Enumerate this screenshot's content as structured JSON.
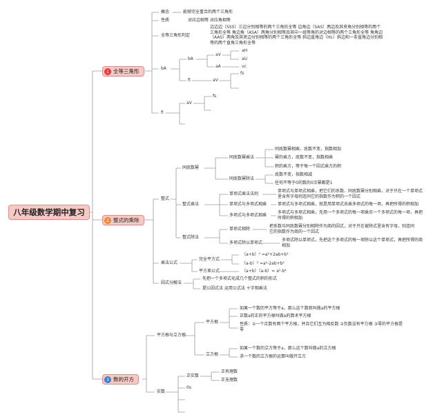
{
  "root": "八年级数学期中复习",
  "colors": {
    "node_fill": "#f6c9c5",
    "node_border": "#e08d86",
    "badge_red": "#e23b3b",
    "badge_orange": "#e9873a",
    "badge_blue": "#3a7fd6",
    "line": "#9a9a9a"
  },
  "s1": {
    "num": "1",
    "title": "全等三角形",
    "concept": "概念",
    "concept_desc": "能够完全重合的两个三角形",
    "prop": "性质",
    "prop_desc": "对应边相等 对应角相等",
    "judge": "全等三角形判定",
    "judge_desc": "边边边（SSS）三边分别相等的两个三角形全等 边角边（SAS）两边及其夹角分别相等的两个三角形全等 角边角（ASA）两角分别相等且其中一组等角的对边相等的两个三角形全等 角角边（AAS）两角及其夹边分别相等的两个三角形全等 斜边直角边（HL）斜边和一条直角边分别相等的两个直角三角形全等",
    "b1": "bA",
    "b2": "bA",
    "b3": "aV",
    "b4": "aH",
    "b5": "aU",
    "b6": "aA",
    "b7": "vc",
    "b8": "fi",
    "b9": "aV",
    "b10": "fs",
    "b11": "fi",
    "b12": "aV",
    "b13": "fs"
  },
  "s2": {
    "num": "2",
    "title": "整式的乘除",
    "zs": "整式",
    "tds": "同底数幂",
    "tds_mul": "同底数幂乘法",
    "tds_mul_1": "同底数幂相乘，底数不变，指数相加",
    "tds_mul_2": "幂的乘方，底数不变，指数相乘",
    "tds_mul_3": "积的乘方，等于每一个因式乘方的积",
    "tds_div": "同底数幂除法",
    "tds_div_1": "底数不变，指数相减",
    "tds_div_2": "任何不等于0的数的0次幂都是1",
    "zsc": "整式乘法",
    "zsc_1": "单项式乘法法则",
    "zsc_1_d": "单项式与单项式相乘，把它们的系数、同底数幂分别相乘，对于只在一个单项式里含有字母则连同它的指数作为积的一个因式",
    "zsc_2": "单项式与多项式相乘",
    "zsc_2_d": "单项式与多项式相乘，就是用单项式去乘多项式的每一项，再把所得的积相加",
    "zsc_3": "多项式与多项式相乘",
    "zsc_3_d": "多项式与多项式相乘，先用一个多项式的每一项乘另一个多项式的每一项，再把所得的积相加",
    "zsch": "整式除法",
    "zsch_1": "单项式相除",
    "zsch_1_d": "把系数与同底数幂分别相除作为商的因式，对于只在被除式里含有字母，则连同它的指数作为商的一个因式",
    "zsch_2": "多项式除以单项式",
    "zsch_2_d": "多项式除以单项式，先把这个多项式的每一项除以这个单项式，再把所得的商相加",
    "cf": "乘法公式",
    "wqpf": "完全平方式",
    "wqpf_1": "（a+b）² =a²+2ab+b²",
    "wqpf_2": "（a-b）² =a²-2ab+b²",
    "pfc": "平方差公式",
    "pfc_1": "（a+b）（a-b）= a²-b²",
    "yfj": "因式分解法",
    "yfj_1": "先把一个多项式化成几个整式的积的形式",
    "yfj_2": "提公因式法 运用公式法 十字相乘法"
  },
  "s3": {
    "num": "3",
    "title": "数的开方",
    "pflf": "平方根与立方根",
    "pfg": "平方根",
    "pfg_1": "如果一个数的平方等于a，那么这个数就叫做a的平方根",
    "pfg_2": "正数a的正的平方根叫做a的算术平方根",
    "pfg_3": "性质：①一个正数有两个平方根，并且它们互为相反数 ②负数没有平方根 ③零的平方根是零",
    "lfg": "立方根",
    "lfg_1": "如果一个数的立方等于a，那么这个数叫做a的立方根",
    "lfg_2": "求一个数的立方根的运算叫做开立方",
    "ss": "实数",
    "ysss": "正实数",
    "ysss_1": "正有理数",
    "ysss_2": "正无理数",
    "ss_2": "0s"
  }
}
